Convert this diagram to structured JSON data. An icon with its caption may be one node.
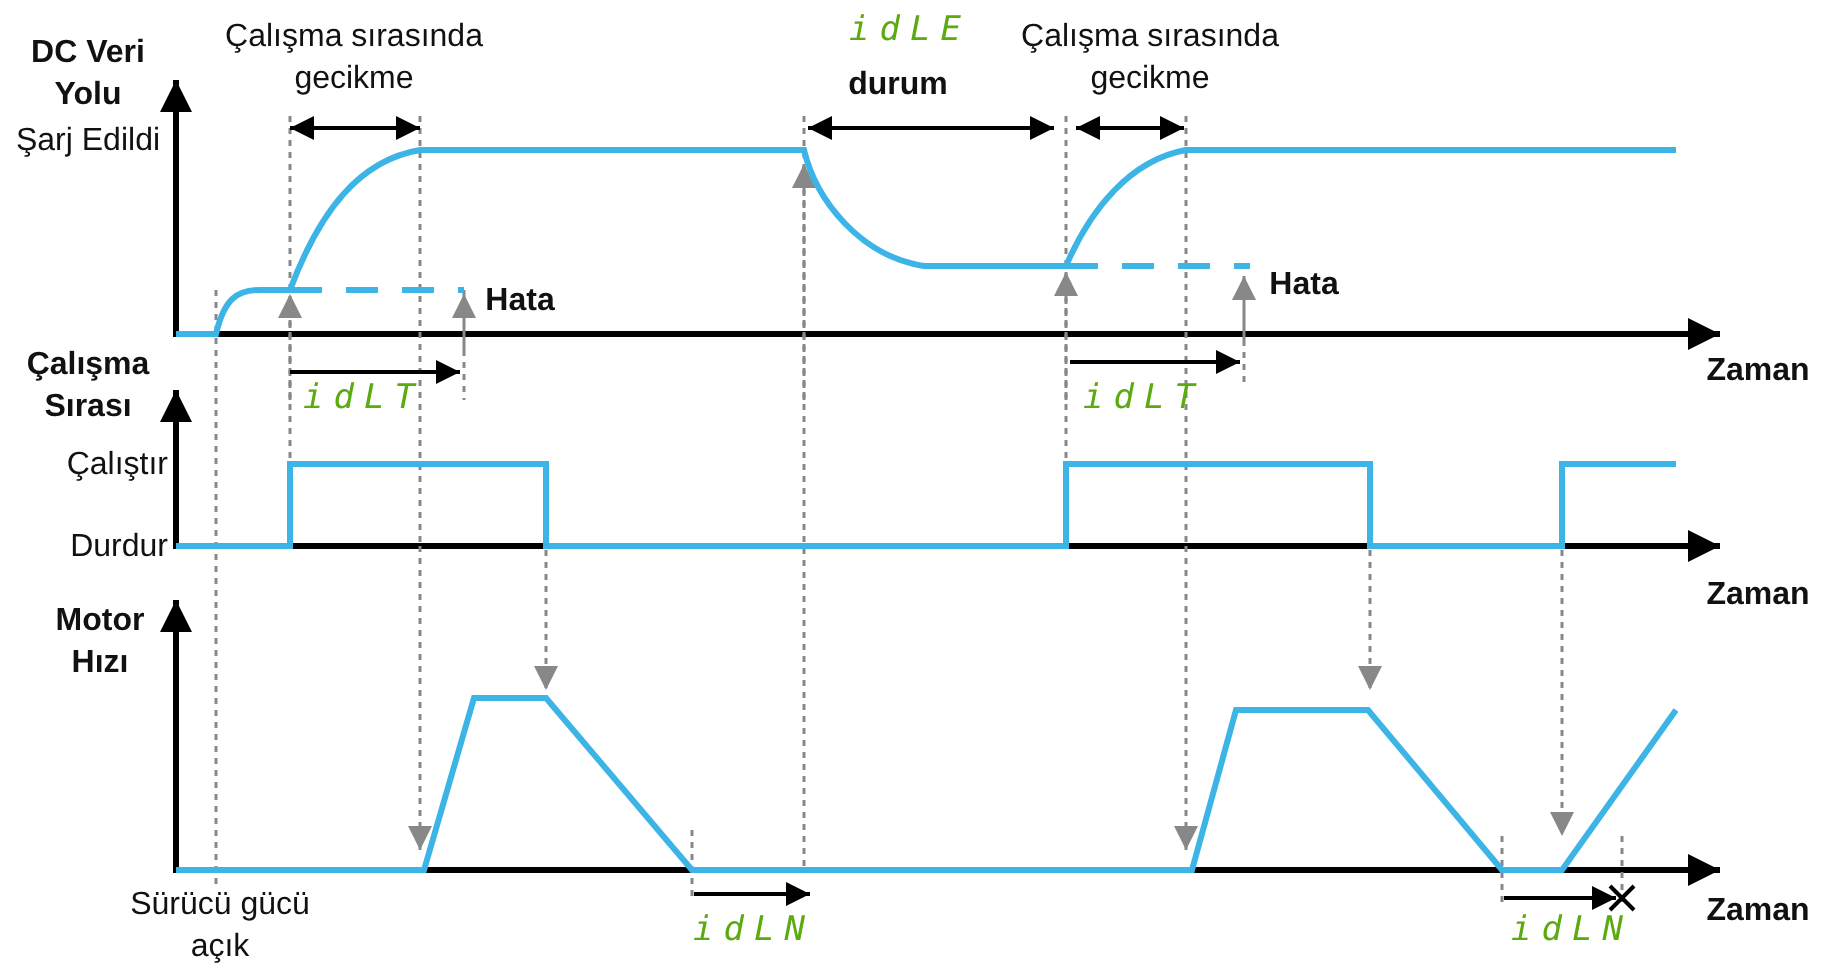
{
  "diagram": {
    "labels": [
      "DC Veri Yolu",
      "Şarj Edildi",
      "Çalışma sırasında gecikme",
      "idLE",
      "durum",
      "Çalışma sırasında gecikme",
      "Hata",
      "Hata",
      "Zaman",
      "Çalışma Sırası",
      "idLT",
      "idLT",
      "Çalıştır",
      "Durdur",
      "Zaman",
      "Motor Hızı",
      "Sürücü gücü açık",
      "idLN",
      "idLN",
      "Zaman"
    ]
  }
}
